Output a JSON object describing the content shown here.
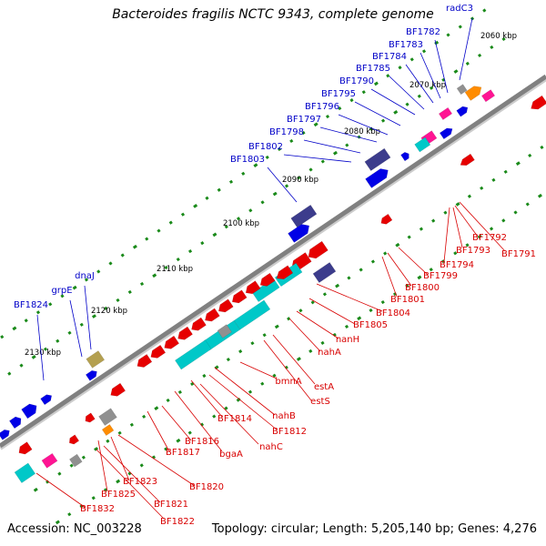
{
  "title": "Bacteroides fragilis NCTC 9343, complete genome",
  "footer": {
    "accession": "Accession: NC_003228",
    "stats": "Topology: circular; Length: 5,205,140 bp; Genes: 4,276"
  },
  "colors": {
    "backbone": "#808080",
    "forward_label": "#0000c8",
    "reverse_label": "#d80000",
    "tick": "#1a8a1a",
    "forward_gene": "#0000e6",
    "reverse_gene": "#e60000",
    "cyan_gene": "#00c8c8",
    "purple_gene": "#3c3c8c",
    "pink_gene": "#ff1493",
    "orange_gene": "#ff8c00",
    "khaki_gene": "#b4a050",
    "gray_gene": "#909090"
  },
  "ruler": [
    {
      "label": "2060 kbp"
    },
    {
      "label": "2070 kbp"
    },
    {
      "label": "2080 kbp"
    },
    {
      "label": "2090 kbp"
    },
    {
      "label": "2100 kbp"
    },
    {
      "label": "2110 kbp"
    },
    {
      "label": "2120 kbp"
    },
    {
      "label": "2130 kbp"
    }
  ],
  "forward_labels": [
    {
      "text": "radC3"
    },
    {
      "text": "BF1782"
    },
    {
      "text": "BF1783"
    },
    {
      "text": "BF1784"
    },
    {
      "text": "BF1785"
    },
    {
      "text": "BF1790"
    },
    {
      "text": "BF1795"
    },
    {
      "text": "BF1796"
    },
    {
      "text": "BF1797"
    },
    {
      "text": "BF1798"
    },
    {
      "text": "BF1802"
    },
    {
      "text": "BF1803"
    },
    {
      "text": "dnaJ"
    },
    {
      "text": "grpE"
    },
    {
      "text": "BF1824"
    }
  ],
  "reverse_labels": [
    {
      "text": "BF1792"
    },
    {
      "text": "BF1793"
    },
    {
      "text": "BF1791"
    },
    {
      "text": "BF1794"
    },
    {
      "text": "BF1799"
    },
    {
      "text": "BF1800"
    },
    {
      "text": "BF1801"
    },
    {
      "text": "BF1804"
    },
    {
      "text": "BF1805"
    },
    {
      "text": "nanH"
    },
    {
      "text": "nahA"
    },
    {
      "text": "estA"
    },
    {
      "text": "estS"
    },
    {
      "text": "bmnA"
    },
    {
      "text": "nahB"
    },
    {
      "text": "BF1814"
    },
    {
      "text": "BF1812"
    },
    {
      "text": "nahC"
    },
    {
      "text": "bgaA"
    },
    {
      "text": "BF1816"
    },
    {
      "text": "BF1817"
    },
    {
      "text": "BF1820"
    },
    {
      "text": "BF1821"
    },
    {
      "text": "BF1822"
    },
    {
      "text": "BF1823"
    },
    {
      "text": "BF1825"
    },
    {
      "text": "BF1832"
    }
  ]
}
